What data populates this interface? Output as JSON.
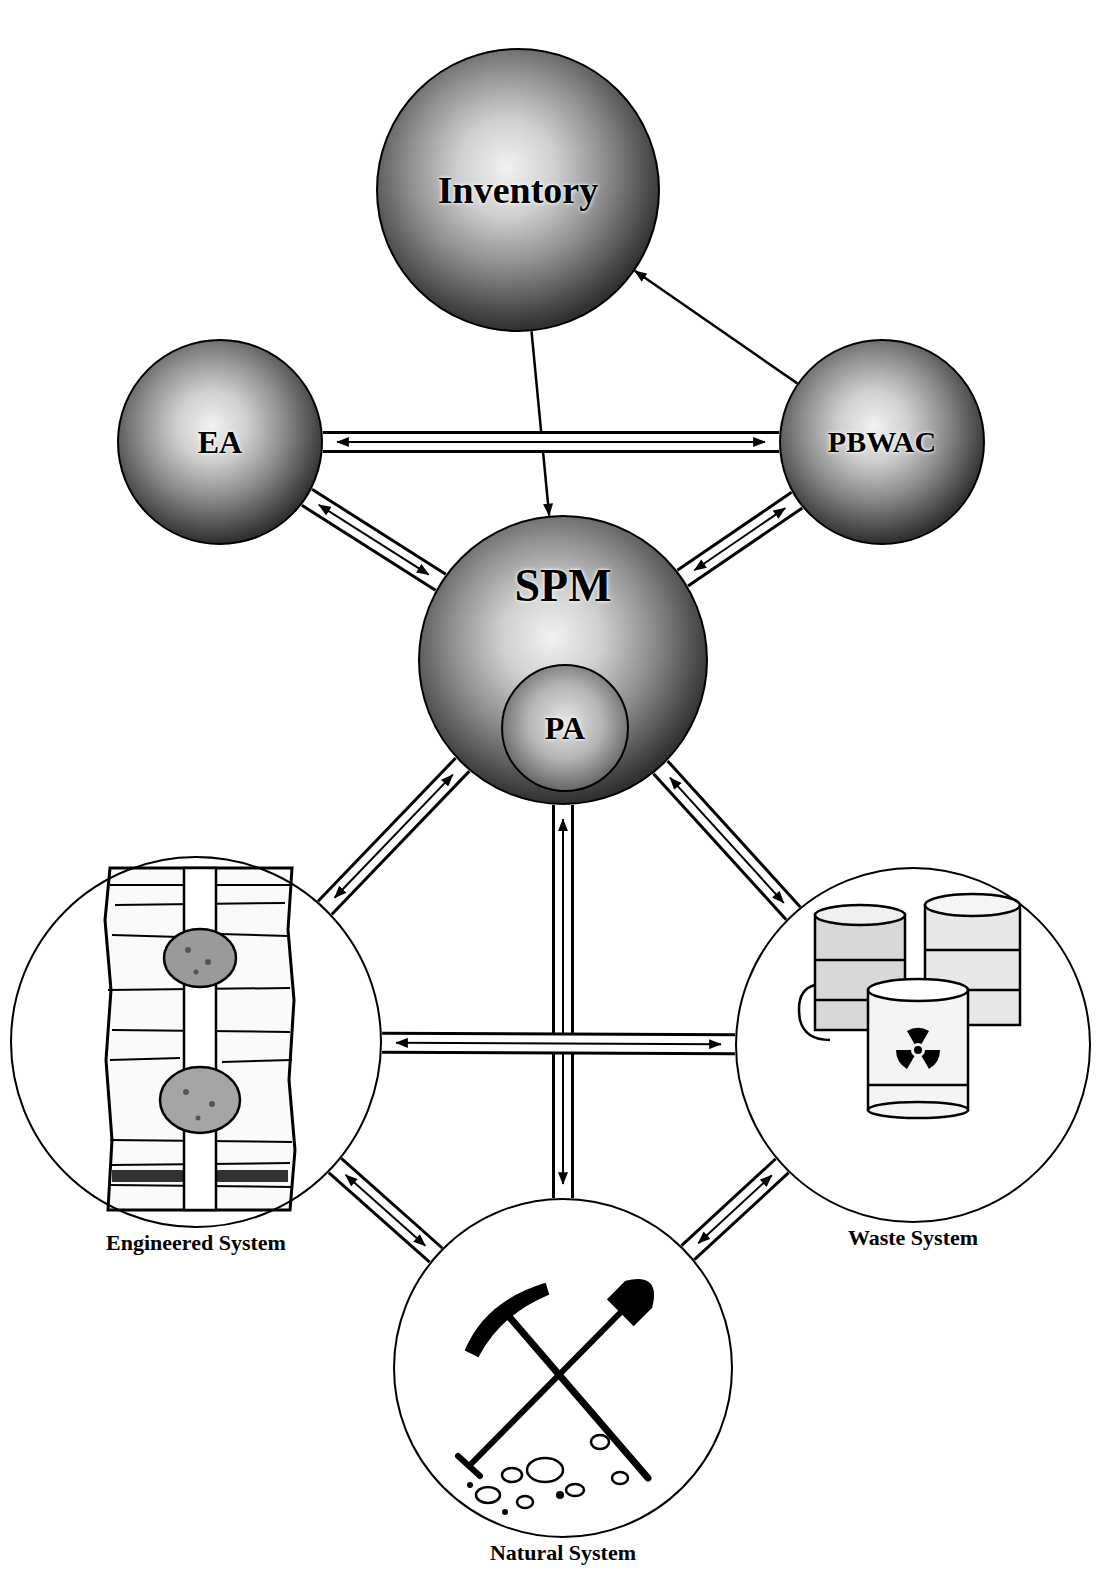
{
  "diagram": {
    "nodes": [
      {
        "text": [
          "Inventory"
        ]
      },
      {
        "text": [
          "EA"
        ]
      },
      {
        "text": [
          "PBWAC"
        ]
      },
      {
        "text": [
          "SPM"
        ]
      },
      {
        "text": [
          "PA"
        ],
        "in": 3
      },
      {
        "text": [
          "Engineered System"
        ]
      },
      {
        "text": [
          "Waste System"
        ]
      },
      {
        "text": [
          "Natural System"
        ]
      }
    ],
    "edges": [
      {
        "from": 0,
        "to": 3,
        "arrow": "to"
      },
      {
        "from": 2,
        "to": 0,
        "arrow": "to"
      },
      {
        "from": 1,
        "to": 2,
        "arrow": "both"
      },
      {
        "from": 1,
        "to": 3,
        "arrow": "both"
      },
      {
        "from": 2,
        "to": 3,
        "arrow": "both"
      },
      {
        "from": 3,
        "to": 5,
        "arrow": "both"
      },
      {
        "from": 3,
        "to": 6,
        "arrow": "both"
      },
      {
        "from": 3,
        "to": 7,
        "arrow": "both"
      },
      {
        "from": 5,
        "to": 6,
        "arrow": "both"
      },
      {
        "from": 5,
        "to": 7,
        "arrow": "both"
      },
      {
        "from": 6,
        "to": 7,
        "arrow": "both"
      }
    ]
  }
}
